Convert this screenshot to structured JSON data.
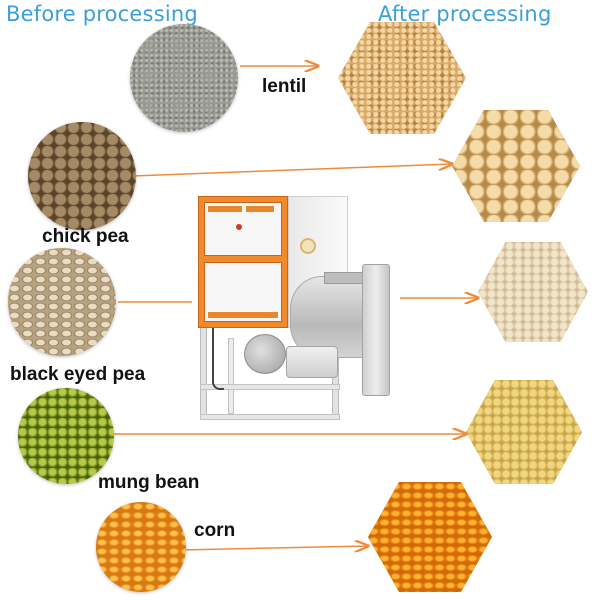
{
  "headings": {
    "before": "Before processing",
    "after": "After processing"
  },
  "items": [
    {
      "label": "lentil"
    },
    {
      "label": "chick pea"
    },
    {
      "label": "black eyed pea"
    },
    {
      "label": "mung bean"
    },
    {
      "label": "corn"
    }
  ],
  "colors": {
    "heading": "#3b9fd8",
    "arrow": "#f08a3a",
    "machine_accent": "#f08a2a"
  }
}
